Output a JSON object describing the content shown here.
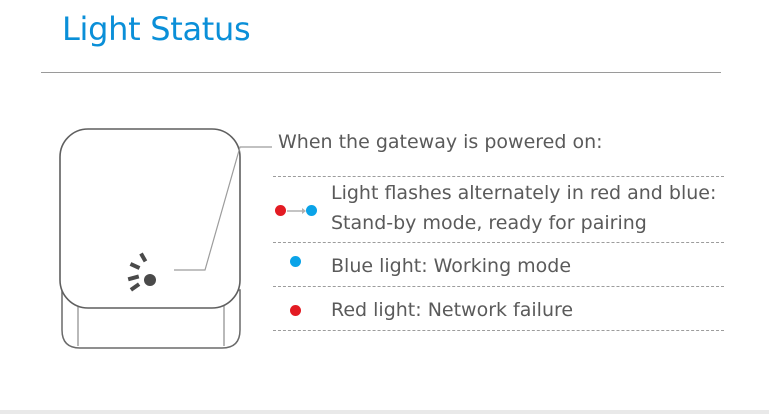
{
  "title": "Light Status",
  "intro": "When the gateway is powered on:",
  "statuses": [
    {
      "indicator": "red-blue-alternating",
      "lines": [
        "Light flashes alternately in red and blue:",
        "Stand-by mode, ready for pairing"
      ]
    },
    {
      "indicator": "blue",
      "lines": [
        "Blue light: Working mode"
      ]
    },
    {
      "indicator": "red",
      "lines": [
        "Red light: Network failure"
      ]
    }
  ],
  "colors": {
    "title": "#0a8fd8",
    "red": "#e31b23",
    "blue": "#0aa3e8",
    "text": "#5a5a5a",
    "lines": "#9c9c9c"
  }
}
